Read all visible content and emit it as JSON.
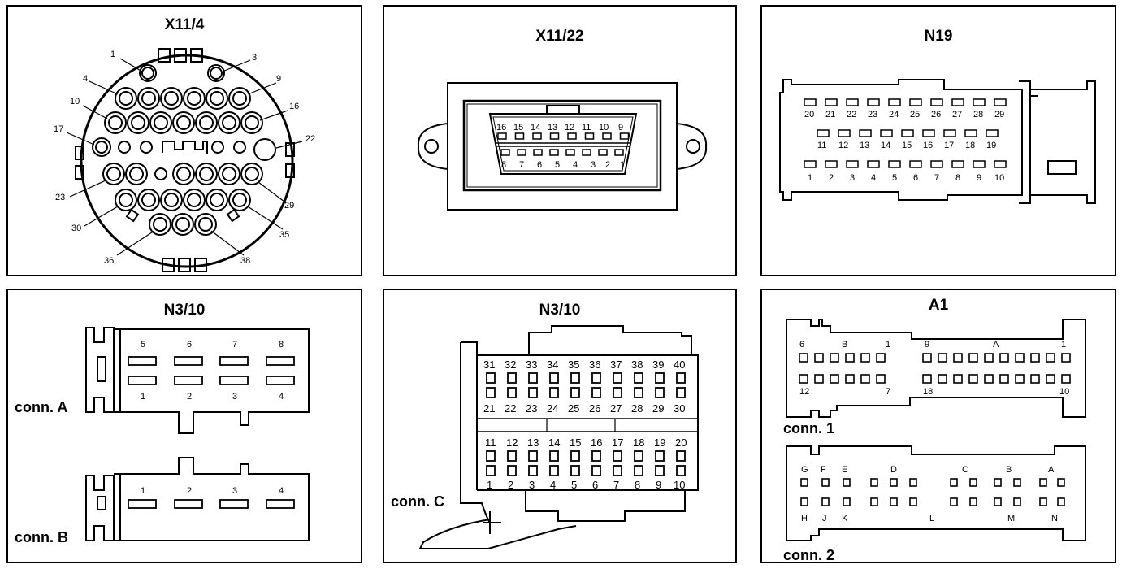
{
  "panels": {
    "x11_4": {
      "title": "X11/4",
      "labels": [
        "1",
        "3",
        "4",
        "9",
        "10",
        "16",
        "17",
        "22",
        "23",
        "29",
        "30",
        "35",
        "36",
        "38"
      ]
    },
    "x11_22": {
      "title": "X11/22",
      "top_pins": [
        "16",
        "15",
        "14",
        "13",
        "12",
        "11",
        "10",
        "9"
      ],
      "bottom_pins": [
        "8",
        "7",
        "6",
        "5",
        "4",
        "3",
        "2",
        "1"
      ]
    },
    "n19": {
      "title": "N19",
      "row1": [
        "20",
        "21",
        "22",
        "23",
        "24",
        "25",
        "26",
        "27",
        "28",
        "29"
      ],
      "row2": [
        "11",
        "12",
        "13",
        "14",
        "15",
        "16",
        "17",
        "18",
        "19"
      ],
      "row3": [
        "1",
        "2",
        "3",
        "4",
        "5",
        "6",
        "7",
        "8",
        "9",
        "10"
      ]
    },
    "n3_10_ab": {
      "title": "N3/10",
      "conn_a_label": "conn. A",
      "conn_b_label": "conn. B",
      "a_top": [
        "5",
        "6",
        "7",
        "8"
      ],
      "a_bottom": [
        "1",
        "2",
        "3",
        "4"
      ],
      "b_pins": [
        "1",
        "2",
        "3",
        "4"
      ]
    },
    "n3_10_c": {
      "title": "N3/10",
      "conn_label": "conn. C",
      "row_top": [
        "31",
        "32",
        "33",
        "34",
        "35",
        "36",
        "37",
        "38",
        "39",
        "40"
      ],
      "row_mid_top": [
        "21",
        "22",
        "23",
        "24",
        "25",
        "26",
        "27",
        "28",
        "29",
        "30"
      ],
      "row_mid_bottom": [
        "11",
        "12",
        "13",
        "14",
        "15",
        "16",
        "17",
        "18",
        "19",
        "20"
      ],
      "row_bottom": [
        "1",
        "2",
        "3",
        "4",
        "5",
        "6",
        "7",
        "8",
        "9",
        "10"
      ]
    },
    "a1": {
      "title": "A1",
      "conn1_label": "conn. 1",
      "conn2_label": "conn. 2",
      "conn1_top": [
        "6",
        "B",
        "1",
        "9",
        "A",
        "1"
      ],
      "conn1_bottom": [
        "12",
        "7",
        "18",
        "10"
      ],
      "conn2_top": [
        "G",
        "F",
        "E",
        "D",
        "C",
        "B",
        "A"
      ],
      "conn2_bottom": [
        "H",
        "J",
        "K",
        "L",
        "M",
        "N"
      ]
    }
  }
}
